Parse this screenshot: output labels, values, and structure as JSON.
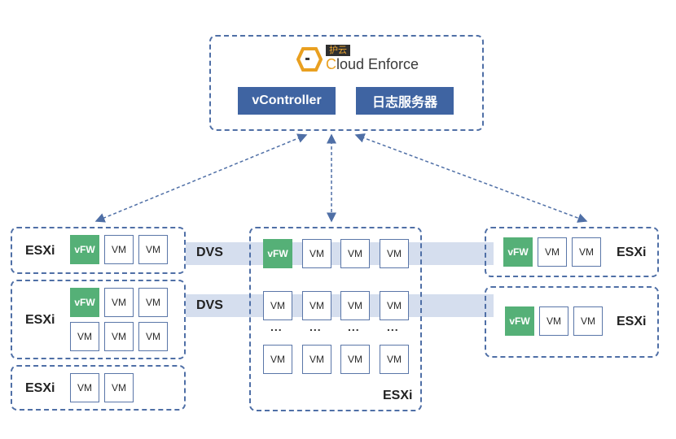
{
  "top": {
    "logo_tag": "护云",
    "logo_brand_prefix": "C",
    "logo_brand_rest": "loud Enforce",
    "btn_controller": "vController",
    "btn_log": "日志服务器"
  },
  "labels": {
    "esxi": "ESXi",
    "dvs": "DVS",
    "vm": "VM",
    "vfw": "vFW",
    "dots": "..."
  },
  "colors": {
    "dashed_border": "#4f6fa6",
    "button_blue": "#3f64a2",
    "vfw_green": "#55b077",
    "band": "#d5deee",
    "logo_orange": "#e9a020"
  },
  "icons": [
    "cloud-enforce-logo-icon",
    "bidirectional-arrow-icon"
  ]
}
